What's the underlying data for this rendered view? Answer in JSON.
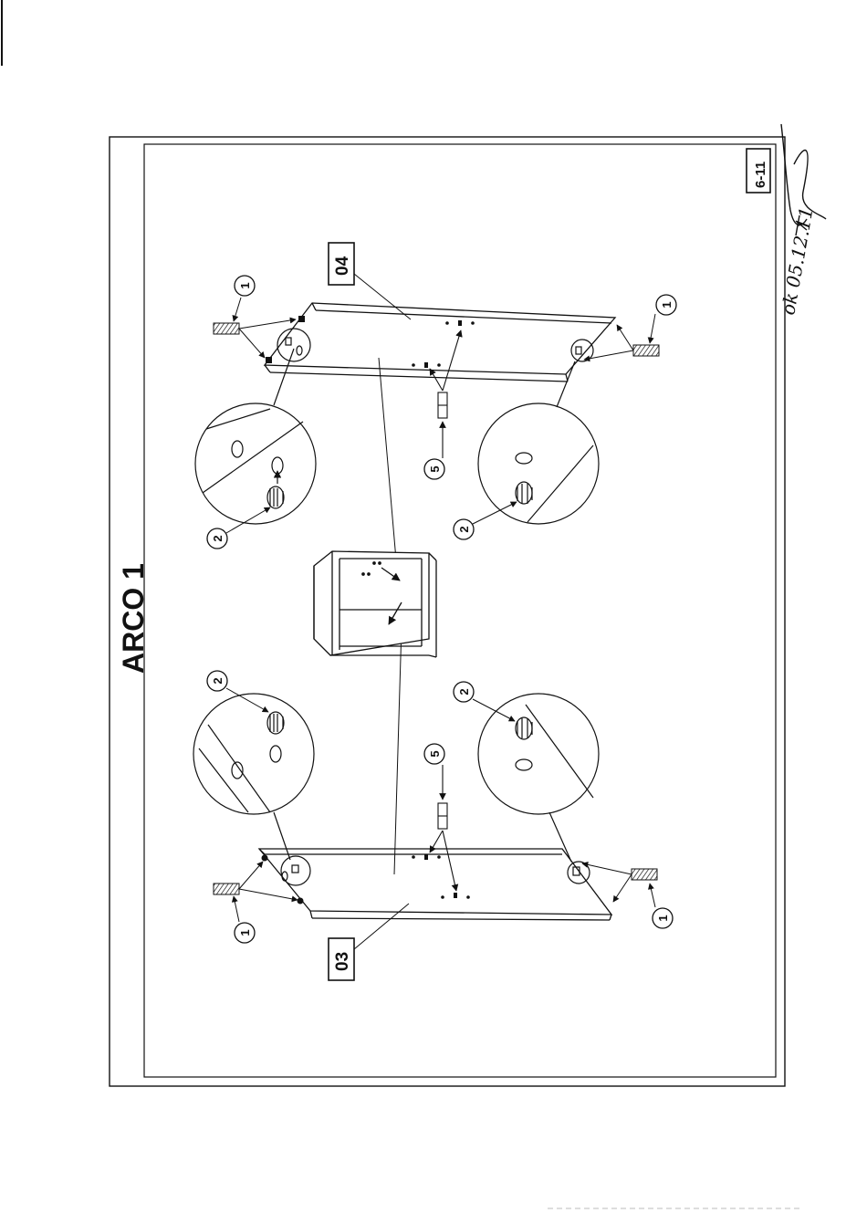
{
  "sheet": {
    "title": "ARCO 1",
    "page_code": "6-11",
    "handwritten_note": "ok 05.12.11"
  },
  "callouts": {
    "dowel": "1",
    "cam_lock": "2",
    "connector": "5"
  },
  "panels": {
    "left_panel": "03",
    "right_panel": "04"
  },
  "colors": {
    "ink": "#111111",
    "paper": "#ffffff"
  }
}
